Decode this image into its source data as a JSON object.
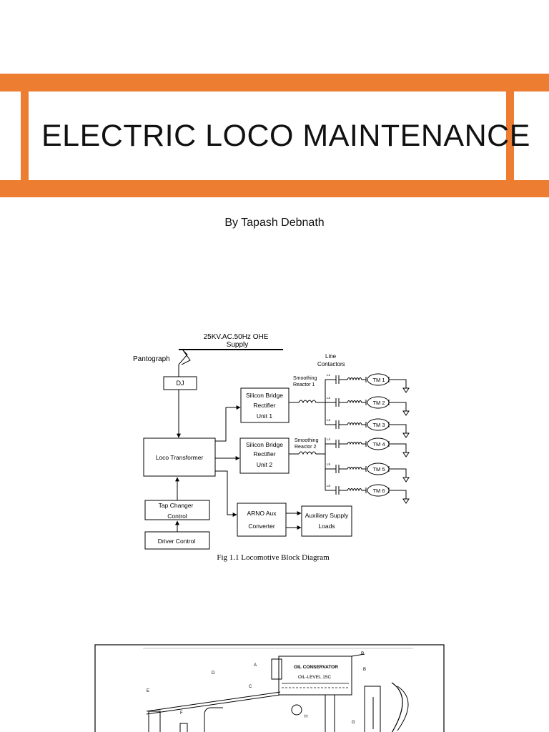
{
  "slide": {
    "title": "ELECTRIC LOCO MAINTENANCE",
    "byline": "By Tapash Debnath"
  },
  "block_diagram": {
    "supply_line1": "25KV.AC.50Hz OHE",
    "supply_line2": "Supply",
    "pantograph": "Pantograph",
    "line_contactors_1": "Line",
    "line_contactors_2": "Contactors",
    "dj": "DJ",
    "smoothing_reactor_1_a": "Smoothing",
    "smoothing_reactor_1_b": "Reactor 1",
    "smoothing_reactor_2_a": "Smoothing",
    "smoothing_reactor_2_b": "Reactor 2",
    "rectifier_1_a": "Silicon Bridge",
    "rectifier_1_b": "Rectifier",
    "rectifier_1_c": "Unit 1",
    "rectifier_2_a": "Silicon Bridge",
    "rectifier_2_b": "Rectifier",
    "rectifier_2_c": "Unit 2",
    "loco_transformer": "Loco Transformer",
    "tap_changer_a": "Tap Changer",
    "tap_changer_b": "Control",
    "driver_control": "Driver Control",
    "arno_a": "ARNO Aux",
    "arno_b": "Converter",
    "aux_loads_a": "Auxiliary Supply",
    "aux_loads_b": "Loads",
    "contactor_labels": [
      "L1",
      "L2",
      "L3",
      "L4",
      "L5",
      "L6"
    ],
    "motors": [
      "TM 1",
      "TM 2",
      "TM 3",
      "TM 4",
      "TM 5",
      "TM 6"
    ],
    "caption": "Fig 1.1 Locomotive Block Diagram"
  },
  "transformer_sketch": {
    "conservator_label": "OIL CONSERVATOR",
    "oil_level_label": "OIL-LEVEL 15C",
    "letters": [
      "A",
      "B",
      "C",
      "D",
      "E",
      "F",
      "G",
      "H",
      "R"
    ]
  }
}
